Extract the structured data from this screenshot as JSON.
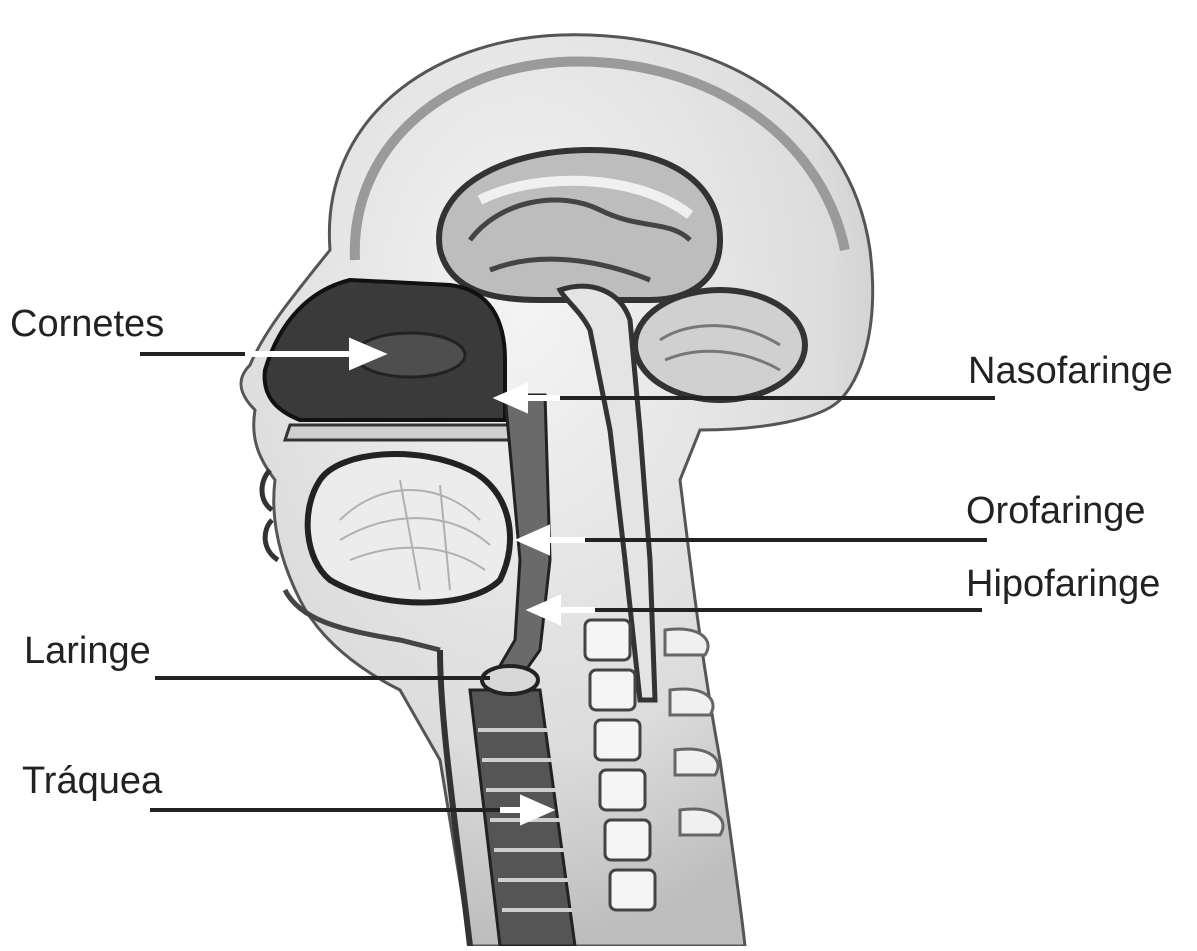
{
  "labels": {
    "cornetes": "Cornetes",
    "nasofaringe": "Nasofaringe",
    "orofaringe": "Orofaringe",
    "hipofaringe": "Hipofaringe",
    "laringe": "Laringe",
    "traquea": "Tráquea"
  },
  "colors": {
    "ink": "#222222",
    "skull_fill": "#e6e6e6",
    "nasal_cavity": "#3a3a3a",
    "airway": "#6a6a6a",
    "arrow": "#ffffff",
    "background": "#ffffff"
  }
}
